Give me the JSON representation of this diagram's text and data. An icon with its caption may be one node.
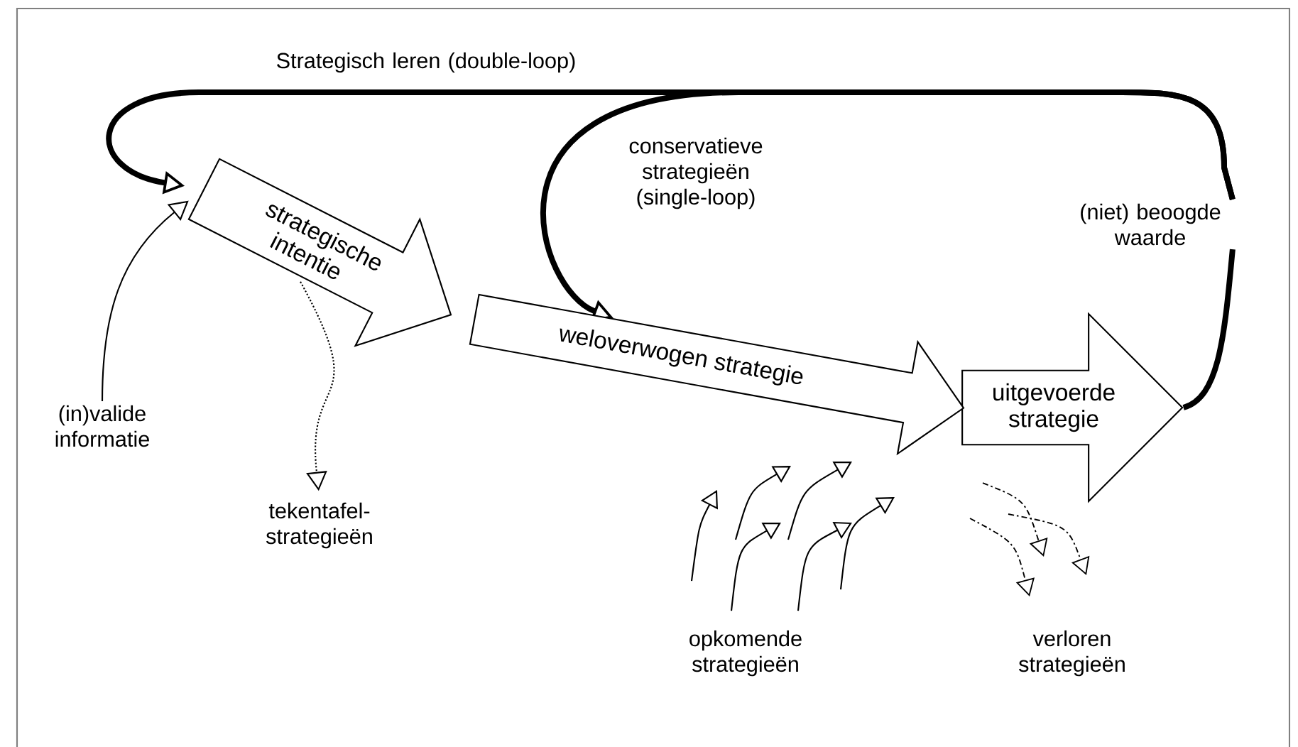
{
  "diagram": {
    "nodes": [
      {
        "text": [
          "strategische intentie"
        ]
      },
      {
        "text": [
          "uitgevoerde strategie"
        ]
      },
      {
        "text": [
          "(in)valide informatie"
        ]
      },
      {
        "text": [
          "tekentafel-strategieën"
        ]
      },
      {
        "text": [
          "(niet) beoogde waarde"
        ]
      }
    ],
    "edges": [
      {
        "from": 2,
        "to": 0,
        "arrow": "to"
      },
      {
        "from": 0,
        "to": 3,
        "arrow": "to",
        "style": "dashed"
      },
      {
        "from": 1,
        "to": 4,
        "arrow": "none"
      },
      {
        "from": 4,
        "to": 0,
        "arrow": "to",
        "label": "Strategisch leren  (double-loop)"
      },
      {
        "from": 4,
        "to": null,
        "arrow": "to",
        "label": "conservatieve strategieën (single-loop)"
      },
      {
        "from": 0,
        "to": 1,
        "arrow": "to",
        "label": "weloverwogen strategie"
      }
    ],
    "labels": [
      "opkomende strategieën",
      "verloren strategieën"
    ]
  }
}
